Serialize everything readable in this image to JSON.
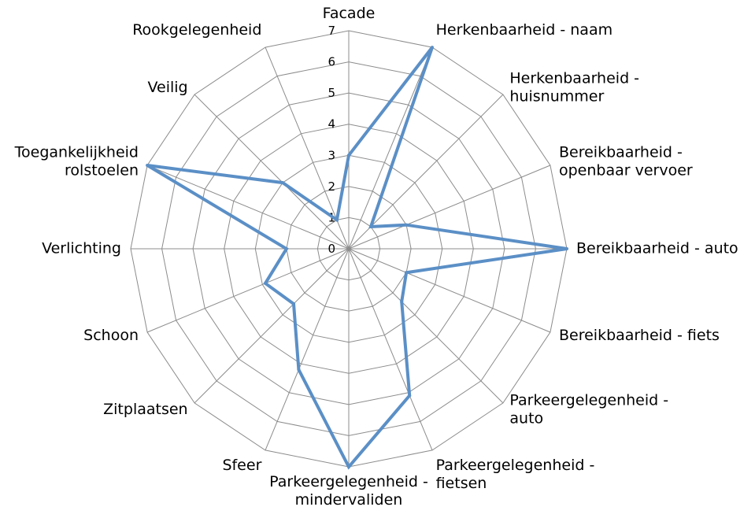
{
  "chart_data": {
    "type": "radar",
    "title": "",
    "rmax": 7,
    "ticks": [
      "0",
      "1",
      "2",
      "3",
      "4",
      "5",
      "6",
      "7"
    ],
    "grid": true,
    "categories": [
      [
        "Facade"
      ],
      [
        "Herkenbaarheid - naam"
      ],
      [
        "Herkenbaarheid -",
        "huisnummer"
      ],
      [
        "Bereikbaarheid -",
        "openbaar vervoer"
      ],
      [
        "Bereikbaarheid - auto"
      ],
      [
        "Bereikbaarheid - fiets"
      ],
      [
        "Parkeergelegenheid -",
        "auto"
      ],
      [
        "Parkeergelegenheid -",
        "fietsen"
      ],
      [
        "Parkeergelegenheid -",
        "mindervaliden"
      ],
      [
        "Sfeer"
      ],
      [
        "Zitplaatsen"
      ],
      [
        "Schoon"
      ],
      [
        "Verlichting"
      ],
      [
        "Toegankelijkheid",
        "rolstoelen"
      ],
      [
        "Veilig"
      ],
      [
        "Rookgelegenheid"
      ]
    ],
    "series": [
      {
        "values": [
          3,
          7,
          1,
          2,
          7,
          2,
          2.4,
          5.1,
          7,
          4.2,
          2.5,
          2.9,
          2,
          7,
          3,
          1
        ],
        "color": "#5B8FC6"
      }
    ],
    "grid_color": "#8c8c8c"
  }
}
